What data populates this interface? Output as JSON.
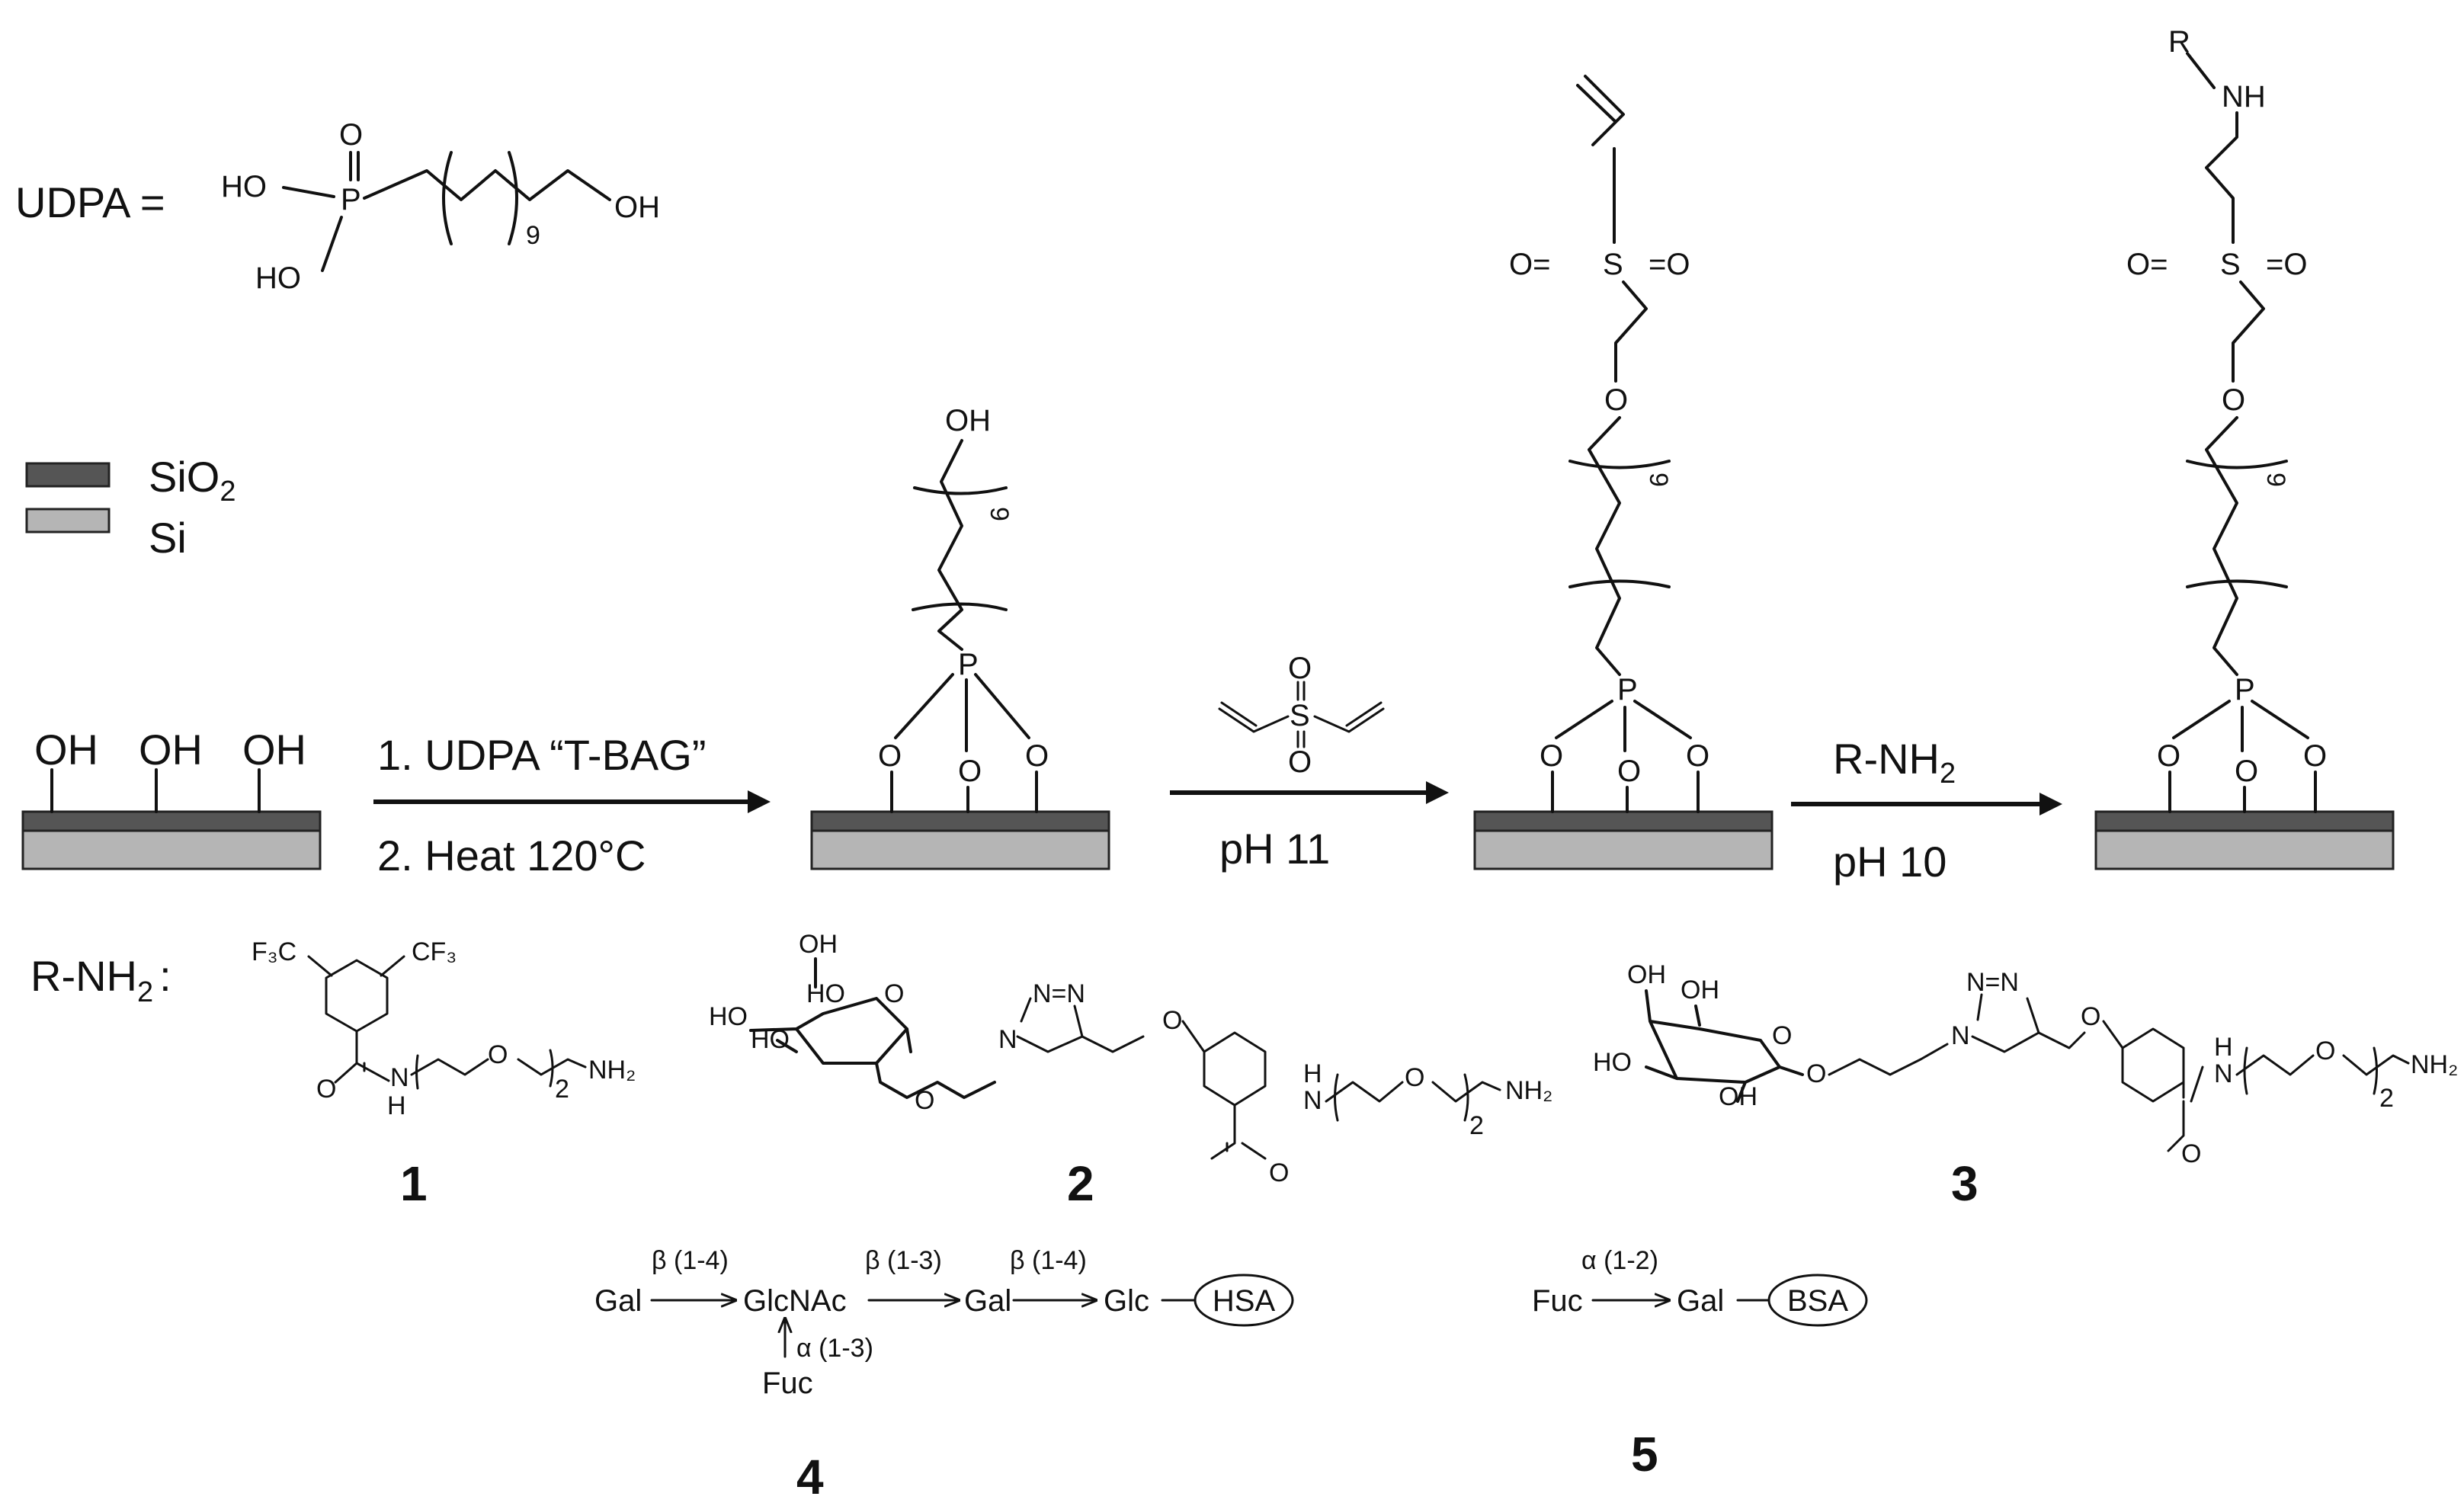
{
  "udpa": {
    "label": "UDPA =",
    "ho_top": "HO",
    "ho_bottom": "HO",
    "p": "P",
    "o": "O",
    "oh": "OH",
    "repeat": "9"
  },
  "legend": [
    {
      "label": "SiO",
      "sub": "2",
      "color": "#555555"
    },
    {
      "label": "Si",
      "sub": "",
      "color": "#b5b5b5"
    }
  ],
  "surface": {
    "oh": "OH"
  },
  "step1": {
    "line1": "1. UDPA “T-BAG”",
    "line2": "2. Heat 120°C"
  },
  "step2": {
    "reagent_s": "S",
    "reagent_o": "O",
    "condition": "pH 11"
  },
  "step3": {
    "reagent": "R-NH",
    "reagent_sub": "2",
    "condition": "pH 10"
  },
  "structures": {
    "p": "P",
    "o": "O",
    "oh": "OH",
    "repeat": "9",
    "s": "S",
    "r": "R",
    "nh": "NH",
    "o_left": "O=",
    "o_right": "=O"
  },
  "rnh2": {
    "label": "R-NH",
    "sub": "2",
    "colon": ":"
  },
  "compound1": {
    "number": "1",
    "cf3_left": "F₃C",
    "cf3_right": "CF₃",
    "o": "O",
    "nh": "H",
    "n": "N",
    "o_chain": "O",
    "nh2": "NH₂",
    "repeat": "2"
  },
  "compound2": {
    "number": "2",
    "oh_top": "OH",
    "ho_a": "HO",
    "ho_b": "HO",
    "ho_ring": "HO",
    "o_ring": "O",
    "o_link": "O",
    "n1": "N",
    "n2": "N=N",
    "o_ph": "O",
    "o_carbonyl": "O",
    "nh": "H",
    "n": "N",
    "o_chain": "O",
    "nh2": "NH₂",
    "repeat": "2"
  },
  "compound3": {
    "number": "3",
    "oh_a": "OH",
    "oh_b": "OH",
    "ho_a": "HO",
    "oh_c": "OH",
    "o_ring": "O",
    "o_link": "O",
    "n1": "N",
    "n2": "N=N",
    "o_ph": "O",
    "o_carbonyl": "O",
    "nh": "H",
    "n": "N",
    "o_chain": "O",
    "nh2": "NH₂",
    "repeat": "2"
  },
  "compound4": {
    "number": "4",
    "gal1": "Gal",
    "link1": "β (1-4)",
    "glcnac": "GlcNAc",
    "link2": "β (1-3)",
    "gal2": "Gal",
    "link3": "β (1-4)",
    "glc": "Glc",
    "carrier": "HSA",
    "fuc": "Fuc",
    "link_fuc": "α (1-3)"
  },
  "compound5": {
    "number": "5",
    "fuc": "Fuc",
    "link": "α (1-2)",
    "gal": "Gal",
    "carrier": "BSA"
  }
}
